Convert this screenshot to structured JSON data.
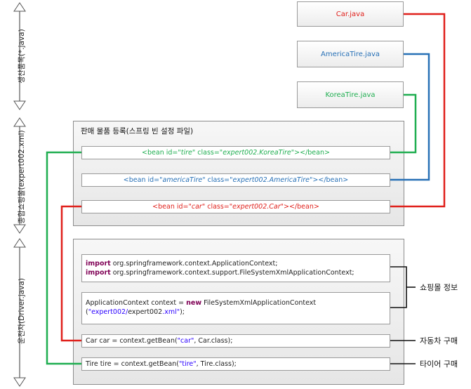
{
  "source_files": [
    {
      "name": "Car.java",
      "color": "#e0201b"
    },
    {
      "name": "AmericaTire.java",
      "color": "#2770b6"
    },
    {
      "name": "KoreaTire.java",
      "color": "#1fae50"
    }
  ],
  "left_labels": {
    "top": "생산품목(*.java)",
    "middle": "종합쇼핑몰(expert002.xml)",
    "bottom": "운전자(Driver.java)"
  },
  "config_panel": {
    "title": "판매 물품 등록(스프링 빈 설정 파일)",
    "beans": [
      {
        "p1": "<bean id=\"",
        "id": "tire",
        "p2": "\" class=\"",
        "cls": "expert002.KoreaTire",
        "p3": "\"></bean>",
        "color": "#1fae50"
      },
      {
        "p1": "<bean id=\"",
        "id": "americaTire",
        "p2": "\" class=\"",
        "cls": "expert002.AmericaTire",
        "p3": "\"></bean>",
        "color": "#2770b6"
      },
      {
        "p1": "<bean id=\"",
        "id": "car",
        "p2": "\" class=\"",
        "cls": "expert002.Car",
        "p3": "\"></bean>",
        "color": "#e0201b"
      }
    ]
  },
  "code": {
    "imports": [
      {
        "kw": "import",
        "rest": " org.springframework.context.ApplicationContext;"
      },
      {
        "kw": "import",
        "rest": " org.springframework.context.support.FileSystemXmlApplicationContext;"
      }
    ],
    "context_line": {
      "a": "ApplicationContext context = ",
      "kw": "new",
      "b": " FileSystemXmlApplicationContext"
    },
    "context_args": {
      "open": "(",
      "s1": "\"expert002/",
      "mid": "expert002",
      "s2": ".xml\"",
      "close": ");"
    },
    "car_line": {
      "a": "Car car = context.getBean(",
      "s": "\"car\"",
      "b": ", Car.class);"
    },
    "tire_line": {
      "a": "Tire tire = context.getBean(",
      "s": "\"tire\"",
      "b": ", Tire.class);"
    }
  },
  "right_labels": {
    "shoppingmall_info": "쇼핑몰 정보",
    "buy_car": "자동차 구매",
    "buy_tire": "타이어 구매"
  }
}
